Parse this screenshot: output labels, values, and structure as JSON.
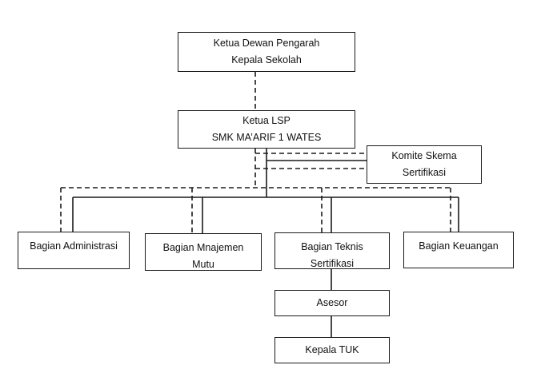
{
  "nodes": {
    "ketua_dewan": {
      "line1": "Ketua Dewan Pengarah",
      "line2": "Kepala Sekolah"
    },
    "ketua_lsp": {
      "line1": "Ketua LSP",
      "line2": "SMK MA’ARIF 1 WATES"
    },
    "komite": {
      "line1": "Komite Skema",
      "line2": "Sertifikasi"
    },
    "administrasi": {
      "line1": "Bagian Administrasi"
    },
    "manajemen": {
      "line1": "Bagian Mnajemen",
      "line2": "Mutu"
    },
    "teknis": {
      "line1": "Bagian Teknis",
      "line2": "Sertifikasi"
    },
    "keuangan": {
      "line1": "Bagian Keuangan"
    },
    "asesor": {
      "line1": "Asesor"
    },
    "kepala_tuk": {
      "line1": "Kepala TUK"
    }
  }
}
